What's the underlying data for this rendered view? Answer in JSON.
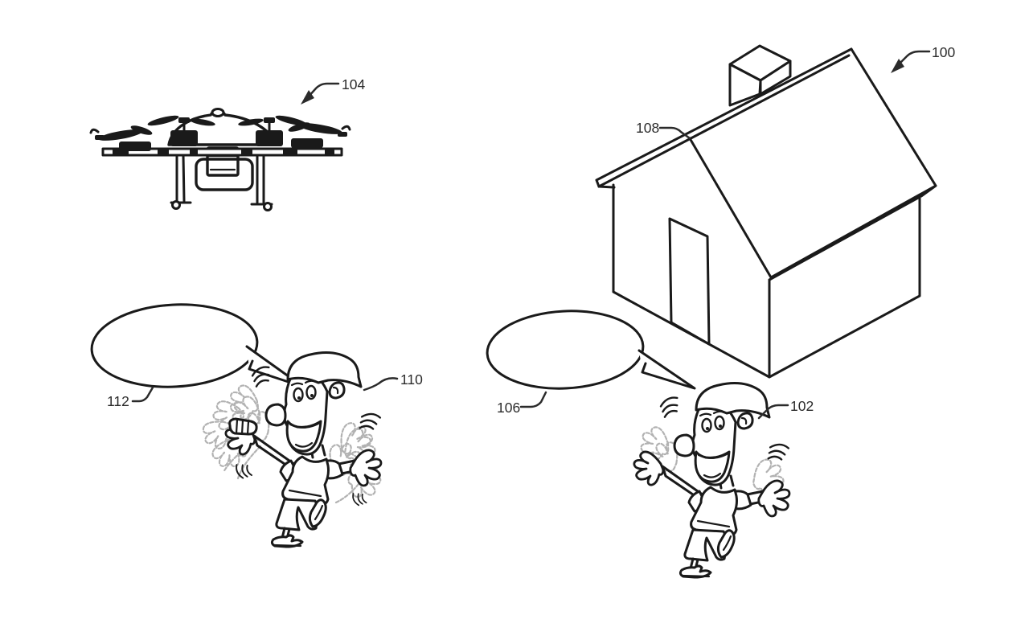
{
  "figure": {
    "type": "patent_line_drawing",
    "colors": {
      "background": "#ffffff",
      "ink": "#1a1a1a",
      "motion_blur": "#b2b2b2",
      "label_text": "#2b2b2b"
    },
    "labels": {
      "uav": "104",
      "house": "100",
      "roof": "108",
      "bubble_left": "112",
      "person_left": "110",
      "bubble_right": "106",
      "person_right": "102"
    }
  }
}
